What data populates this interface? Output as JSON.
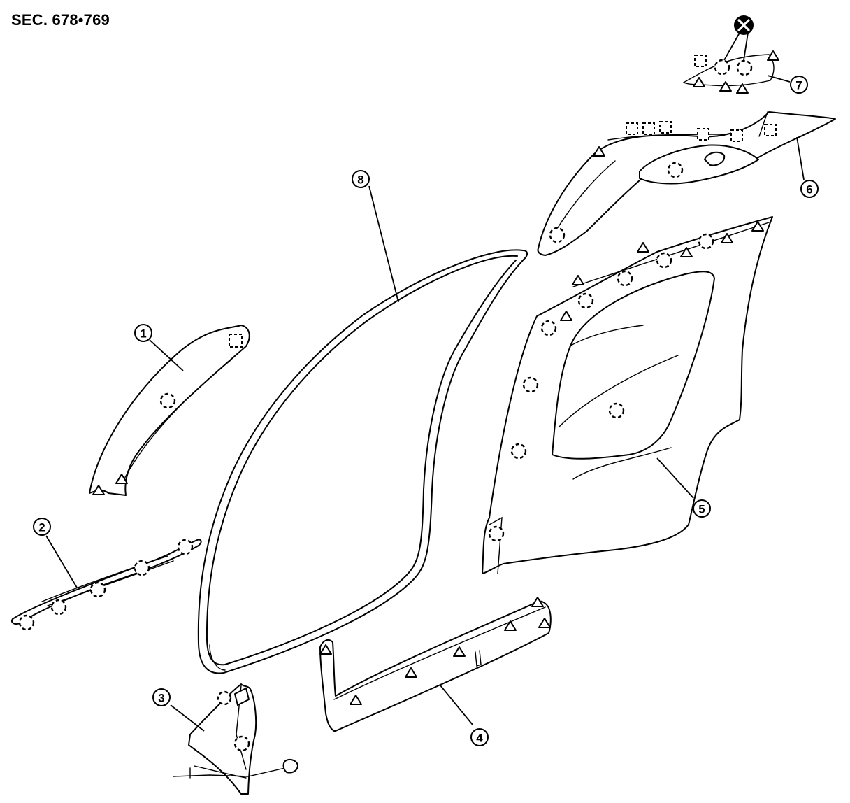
{
  "title": "SEC. 678•769",
  "callouts": [
    "1",
    "2",
    "3",
    "4",
    "5",
    "6",
    "7",
    "8"
  ],
  "icons": {
    "clip": "dashed-circle-clip-icon",
    "triangle": "triangle-clip-icon",
    "square": "dashed-square-clip-icon",
    "cross": "x-circle-icon"
  }
}
